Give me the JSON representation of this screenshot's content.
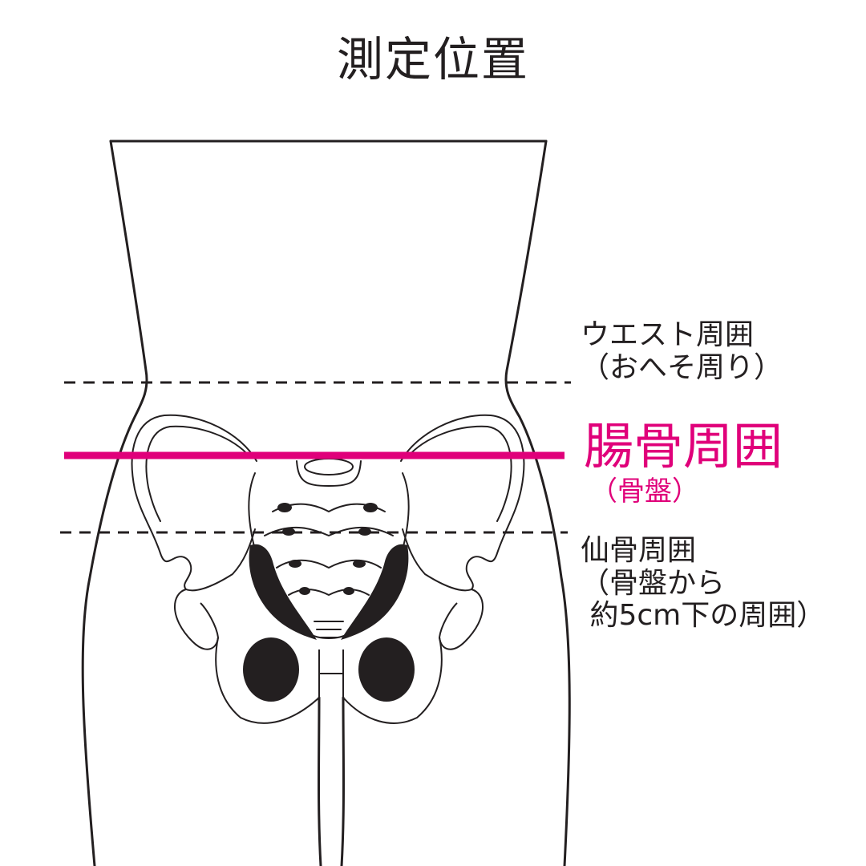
{
  "title": "測定位置",
  "colors": {
    "outline": "#231f20",
    "accent": "#e0007a",
    "text": "#231f20"
  },
  "labels": {
    "waist": "ウエスト周囲\n（おへそ周り）",
    "iliac_main": "腸骨周囲",
    "iliac_sub": "（骨盤）",
    "sacral": "仙骨周囲\n（骨盤から\n 約5cm下の周囲）"
  },
  "illustration": "body-with-pelvis"
}
